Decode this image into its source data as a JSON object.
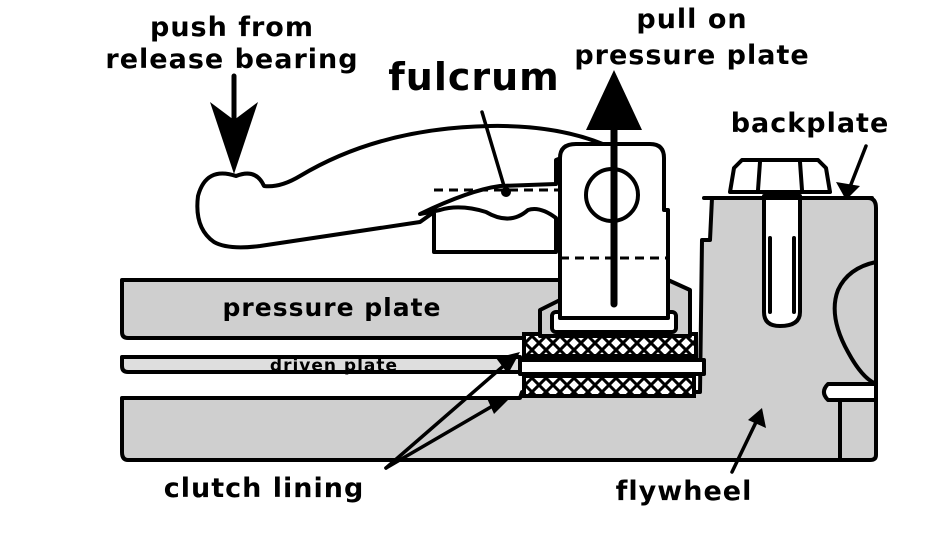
{
  "labels": {
    "push": [
      "push from",
      "release bearing"
    ],
    "pull": [
      "pull on",
      "pressure plate"
    ],
    "fulcrum": "fulcrum",
    "backplate": "backplate",
    "pressure_plate": "pressure plate",
    "driven_plate": "driven plate",
    "clutch_lining": "clutch lining",
    "flywheel": "flywheel"
  },
  "colors": {
    "ink": "#000000",
    "metal": "#cfcfcf",
    "lining": "#ffffff",
    "background": "#ffffff"
  }
}
